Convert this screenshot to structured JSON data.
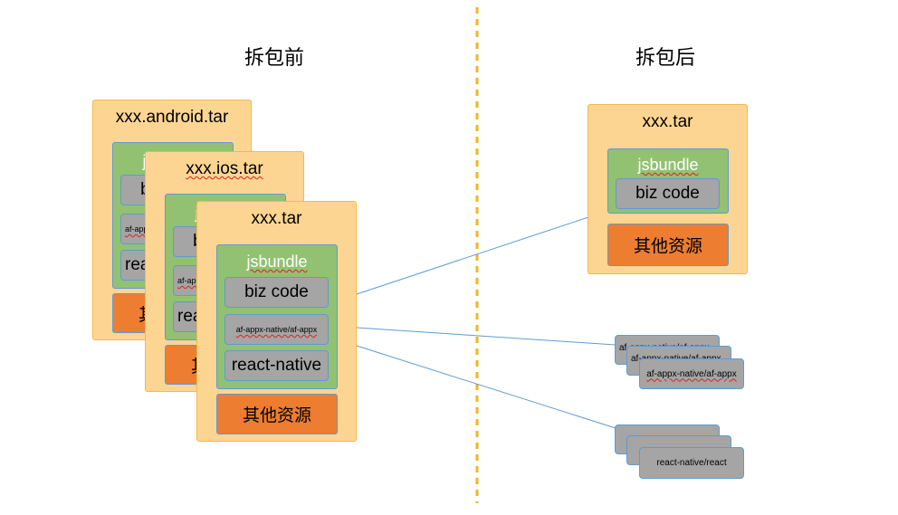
{
  "headings": {
    "before": "拆包前",
    "after": "拆包后"
  },
  "before": {
    "android": {
      "title": "xxx.android.tar",
      "bundle_title": "jsbundle",
      "biz": "biz code",
      "af": "af-appx-native/af-appx",
      "rn": "react-native",
      "res": "其他资源"
    },
    "ios": {
      "title": "xxx.ios.tar",
      "bundle_title": "jsbundle",
      "biz": "biz code",
      "af": "af-appx-native/af-appx",
      "rn": "react-native",
      "res": "其他资源"
    },
    "tar": {
      "title": "xxx.tar",
      "bundle_title": "jsbundle",
      "biz": "biz code",
      "af": "af-appx-native/af-appx",
      "rn": "react-native",
      "res": "其他资源"
    }
  },
  "after": {
    "tar": {
      "title": "xxx.tar",
      "bundle_title": "jsbundle",
      "biz": "biz code",
      "res": "其他资源"
    },
    "af_stack": {
      "label": "af-appx-native/af-appx"
    },
    "rn_stack": {
      "label": "react-native/react"
    }
  },
  "colors": {
    "tar_fill": "#fdd592",
    "tar_border": "#f5b843",
    "bundle_fill": "#92c172",
    "module_fill": "#a5a5a5",
    "resource_fill": "#ed7d31",
    "connector": "#5f9bd0",
    "divider": "#f2b51c"
  }
}
